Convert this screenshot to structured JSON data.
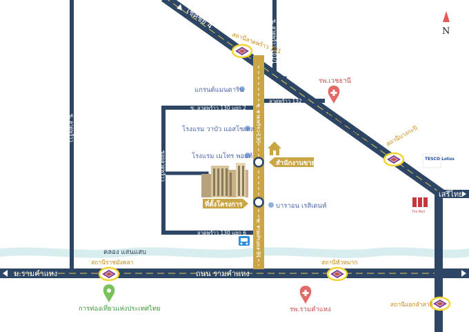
{
  "north": "N",
  "roads": {
    "chokchai4": "โชคชัย 4",
    "ladprao": "ถนน ลาดพร้าว",
    "ramkhamhaeng": "ถนน รามคำแหง",
    "ladprao_130": "ซ. ลาดพร้าว 130",
    "ladprao_130_1": "ซ. ลาดพร้าว 130 แยก 2",
    "ladprao_130_6": "ลาดพร้าว 130 แยก 6",
    "ladprao_132": "ลาดพร้าว 132",
    "ladprao_101": "ซ. ลาดพร้าว 101/1",
    "ramkhamhaeng_81": "ซ. รามคำแหง 81",
    "ramkhamhaeng_left": "ม.รามคำแหง",
    "serithai": "เสรีไทย",
    "soi_left": "ซ. ลาดพร้าว",
    "soi_mid": "ซอยลาดพร้าว"
  },
  "canal": "คลอง แสนแสบ",
  "stations": {
    "ladprao101": "สถานีลาดพร้าว 101",
    "bangkapi": "สถานีบางกะปิ",
    "ramkhamhaeng_station": "สถานีราชมังคลา",
    "huamak": "สถานีหัวหมาก",
    "lamsali": "สถานีแยกลำสาลี"
  },
  "places": {
    "grand_marina": "แกรนด์แมนดาริน",
    "hotel_vabua": "โรงแรม วาบัว แอสโซเทล",
    "hotel_maitri": "โรงแรม เมโทร พอยท์",
    "baraton": "บาราอน เรสิเดนท์",
    "hospital_vejthani": "รพ.เวชธานี",
    "hospital_ram": "รพ.รามคำแหง",
    "tat": "การท่องเที่ยวแห่งประเทศไทย",
    "tesco": "TESCO Lotus",
    "thehub": "The Mall"
  },
  "tags": {
    "sales_office": "สำนักงานขาย",
    "project": "ที่ตั้งโครงการ"
  },
  "colors": {
    "road": "#2d4666",
    "station": "#f2d330",
    "canal": "#d8eeee",
    "tag": "#c9a544",
    "pin_red": "#e46a68",
    "pin_green": "#7cc25a",
    "dot": "#8fb1e0"
  }
}
